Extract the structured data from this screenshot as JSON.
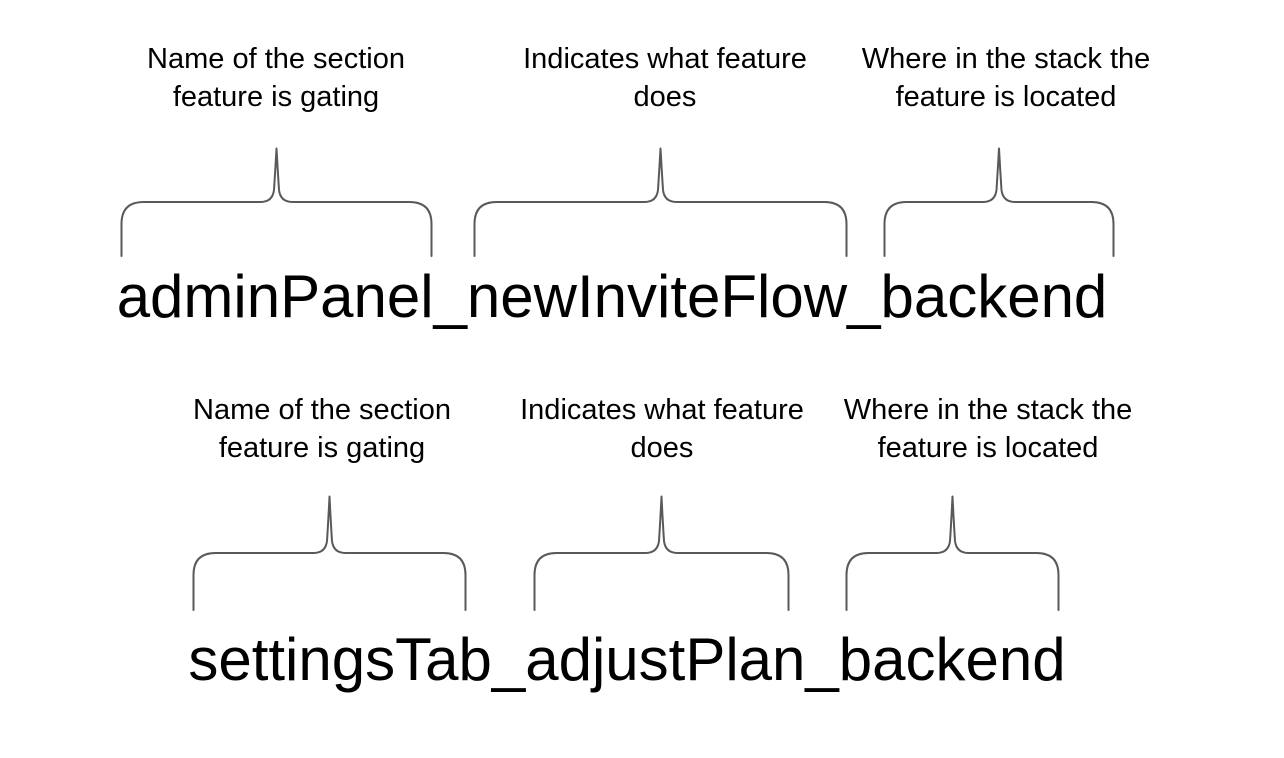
{
  "colors": {
    "background": "#ffffff",
    "brace": "#595959",
    "text": "#000000"
  },
  "examples": [
    {
      "flag_name": "adminPanel_newInviteFlow_backend",
      "annotations": [
        {
          "lines": [
            "Name of the section",
            "feature is gating"
          ]
        },
        {
          "lines": [
            "Indicates what feature",
            "does"
          ]
        },
        {
          "lines": [
            "Where in the stack the",
            "feature is located"
          ]
        }
      ]
    },
    {
      "flag_name": "settingsTab_adjustPlan_backend",
      "annotations": [
        {
          "lines": [
            "Name of the section",
            "feature is gating"
          ]
        },
        {
          "lines": [
            "Indicates what feature",
            "does"
          ]
        },
        {
          "lines": [
            "Where in the stack the",
            "feature is located"
          ]
        }
      ]
    }
  ]
}
